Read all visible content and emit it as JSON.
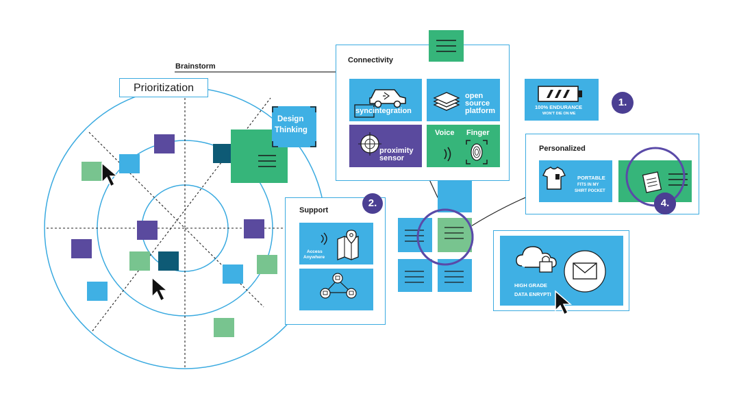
{
  "brainstorm": {
    "label": "Brainstorm"
  },
  "prioritization": {
    "label": "Prioritization"
  },
  "design_thinking": {
    "line1": "Design",
    "line2": "Thinking"
  },
  "connectivity": {
    "title": "Connectivity",
    "tile_sync": {
      "label": "syncintegration"
    },
    "tile_open": {
      "line1": "open",
      "line2": "source",
      "line3": "platform"
    },
    "tile_proximity": {
      "line1": "proximity",
      "line2": "sensor"
    },
    "tile_voice_finger": {
      "voice": "Voice",
      "finger": "Finger"
    }
  },
  "endurance": {
    "line1": "100% ENDURANCE",
    "line2": "WON'T DIE ON ME",
    "badge": "1."
  },
  "personalized": {
    "title": "Personalized",
    "portable": {
      "line1": "PORTABLE",
      "line2": "FITS IN MY",
      "line3": "SHIRT POCKET"
    },
    "badge": "4."
  },
  "support": {
    "title": "Support",
    "badge": "2.",
    "access": {
      "line1": "Access",
      "line2": "Anywhere"
    }
  },
  "security": {
    "line1": "HIGH GRADE",
    "line2": "DATA ENRYPTI"
  },
  "colors": {
    "blue": "#3fb0e4",
    "purple": "#5a4a9e",
    "green": "#36b57a",
    "light_green": "#78c48f",
    "dark_teal": "#0e5a75",
    "line_blue": "#2ea7dd",
    "badge_purple": "#4b3f93"
  }
}
